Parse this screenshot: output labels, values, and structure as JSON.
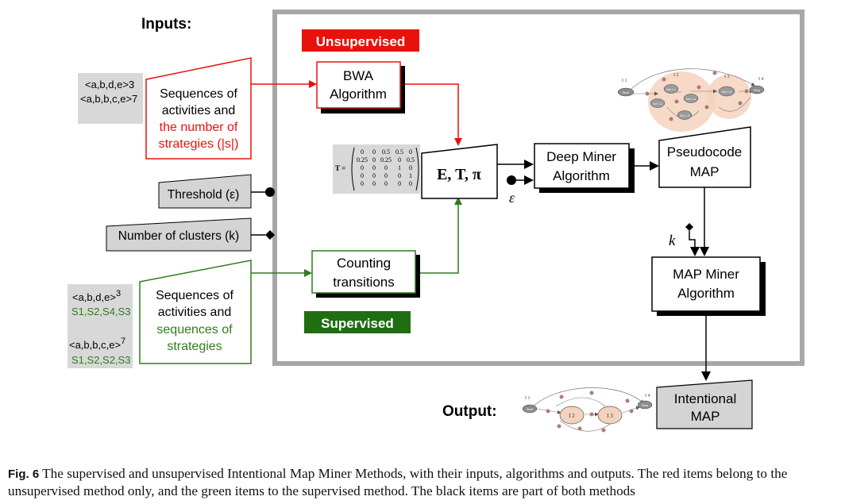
{
  "inputs_label": "Inputs:",
  "output_label": "Output:",
  "unsupervised_tag": "Unsupervised",
  "supervised_tag": "Supervised",
  "bwa": [
    "BWA",
    "Algorithm"
  ],
  "counting": [
    "Counting",
    "transitions"
  ],
  "ett_label": "E, T, π",
  "matrix": {
    "label": "T =",
    "rows": [
      [
        "0",
        "0",
        "0.5",
        "0.5",
        "0"
      ],
      [
        "0.25",
        "0",
        "0.25",
        "0",
        "0.5"
      ],
      [
        "0",
        "0",
        "0",
        "1",
        "0"
      ],
      [
        "0",
        "0",
        "0",
        "0",
        "1"
      ],
      [
        "0",
        "0",
        "0",
        "0",
        "0"
      ]
    ]
  },
  "deep_miner": [
    "Deep Miner",
    "Algorithm"
  ],
  "pseudocode": [
    "Pseudocode",
    "MAP"
  ],
  "map_miner": [
    "MAP Miner",
    "Algorithm"
  ],
  "intentional_map": [
    "Intentional",
    "MAP"
  ],
  "epsilon": "ε",
  "k": "k",
  "threshold": "Threshold (ε)",
  "clusters": "Number of clusters (k)",
  "unsup_sequences": {
    "examples": [
      "<a,b,d,e>3",
      "<a,b,b,c,e>7"
    ],
    "black_lines": [
      "Sequences of",
      "activities and"
    ],
    "red_lines": [
      "the number of",
      "strategies (|s|)"
    ]
  },
  "sup_sequences": {
    "examples": [
      {
        "seq": "<a,b,d,e>",
        "exp": "3",
        "strategies": "S1,S2,S4,S3"
      },
      {
        "seq": "<a,b,b,c,e>",
        "exp": "7",
        "strategies": "S1,S2,S2,S3"
      }
    ],
    "black_lines": [
      "Sequences of",
      "activities and"
    ],
    "green_lines": [
      "sequences of",
      "strategies"
    ]
  },
  "thumb_top": {
    "intentions": [
      "I 1",
      "I 2",
      "I 3",
      "I 4"
    ],
    "start": "Start",
    "stop": "Stop",
    "subs": [
      "Sub 1-1",
      "Sub 1-2",
      "Sub 1-3",
      "Sub 1-4",
      "Sub 1-5"
    ]
  },
  "thumb_out": {
    "intentions": [
      "I 1",
      "I 4"
    ],
    "start": "Start",
    "stop": "Stop",
    "clusters": [
      "I 2",
      "I 3"
    ]
  },
  "caption": {
    "fig": "Fig. 6",
    "text": "The supervised and unsupervised Intentional Map Miner Methods, with their inputs, algorithms and outputs. The red items belong to the unsupervised method only, and the green items to the supervised method. The black items are part of both methods"
  },
  "colors": {
    "red": "#e8120c",
    "green": "#2e7d1a",
    "dark_green": "#1f6e12",
    "gray_box": "#d4d4d4",
    "frame": "#a7a7a7"
  }
}
